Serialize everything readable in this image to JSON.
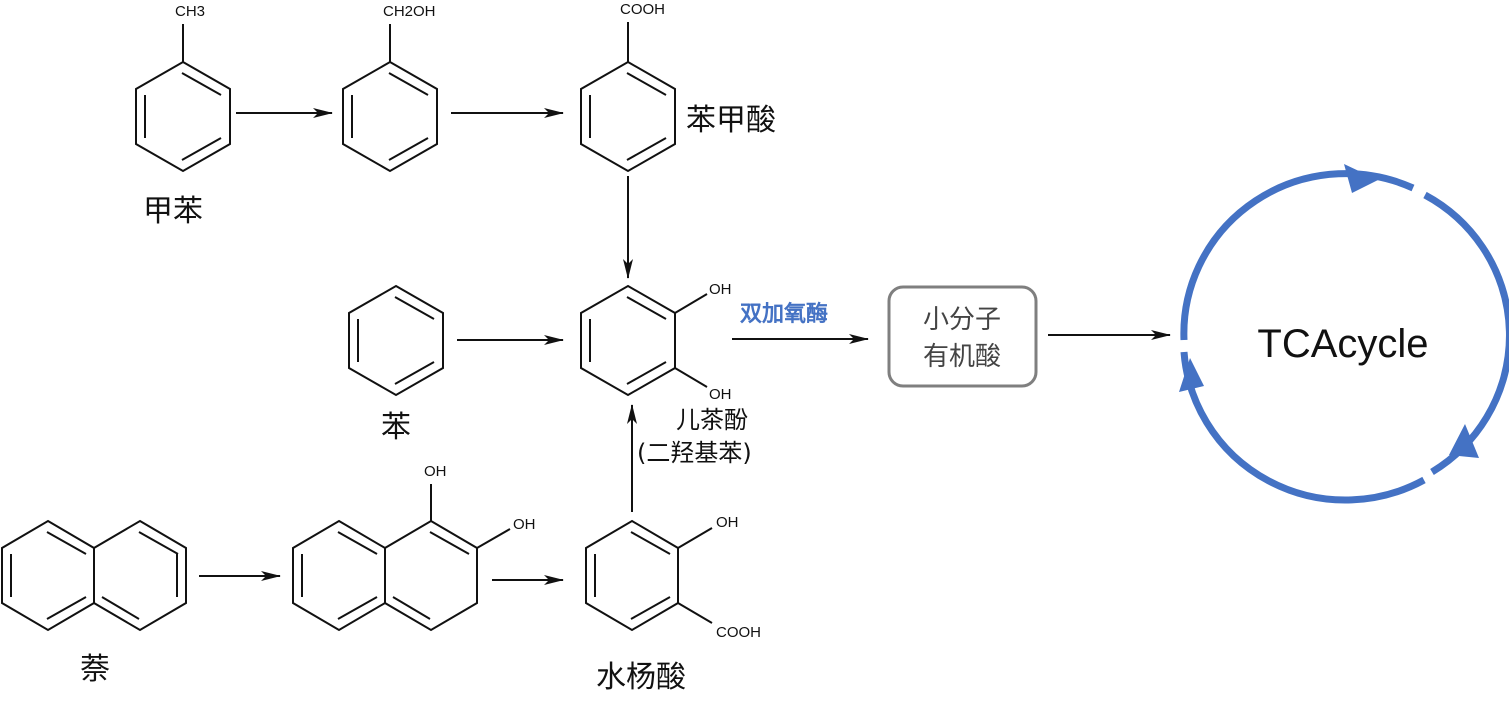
{
  "colors": {
    "accent_blue": "#4472c4",
    "box_border": "#7f7f7f",
    "ink": "#111111"
  },
  "labels": {
    "toluene_sub": "CH3",
    "benzyl_alcohol_sub": "CH2OH",
    "benzoic_acid_sub": "COOH",
    "toluene_name": "甲苯",
    "benzoic_acid_name": "苯甲酸",
    "benzene_name": "苯",
    "catechol_oh_top": "OH",
    "catechol_oh_bottom": "OH",
    "catechol_name": "儿茶酚",
    "catechol_alias": "(二羟基苯)",
    "naphthalene_name": "萘",
    "diol_oh_top": "OH",
    "diol_oh_right": "OH",
    "salicylic_oh": "OH",
    "salicylic_cooh": "COOH",
    "salicylic_name": "水杨酸",
    "enzyme": "双加氧酶",
    "small_acids_line1": "小分子",
    "small_acids_line2": "有机酸",
    "tca": "TCAcycle"
  }
}
